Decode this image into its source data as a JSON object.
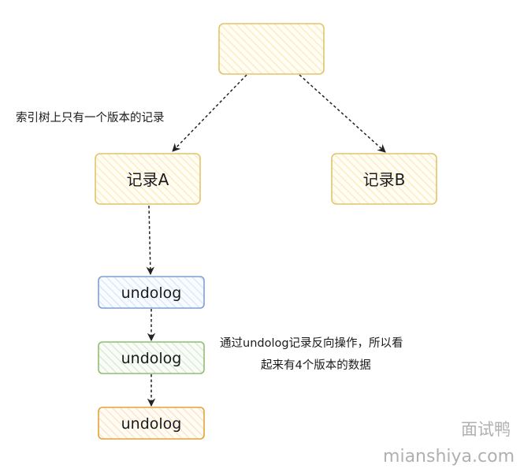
{
  "diagram": {
    "nodes": {
      "root": {
        "label": ""
      },
      "record_a": {
        "label": "记录A"
      },
      "record_b": {
        "label": "记录B"
      },
      "undolog_1": {
        "label": "undolog"
      },
      "undolog_2": {
        "label": "undolog"
      },
      "undolog_3": {
        "label": "undolog"
      }
    },
    "annotations": {
      "index_tree_note": "索引树上只有一个版本的记录",
      "undolog_note_line1": "通过undolog记录反向操作，所以看",
      "undolog_note_line2": "起来有4个版本的数据"
    }
  },
  "watermark": {
    "brand": "面试鸭",
    "domain": "mianshiya.com"
  },
  "colors": {
    "yellow_stroke": "#d6b656",
    "yellow_fill": "#fff2cc",
    "blue_stroke": "#6c8ebf",
    "blue_fill": "#dae8fc",
    "green_stroke": "#82b366",
    "green_fill": "#d5e8d4",
    "orange_stroke": "#d79b00",
    "orange_fill": "#ffe6cc",
    "arrow": "#222222"
  }
}
